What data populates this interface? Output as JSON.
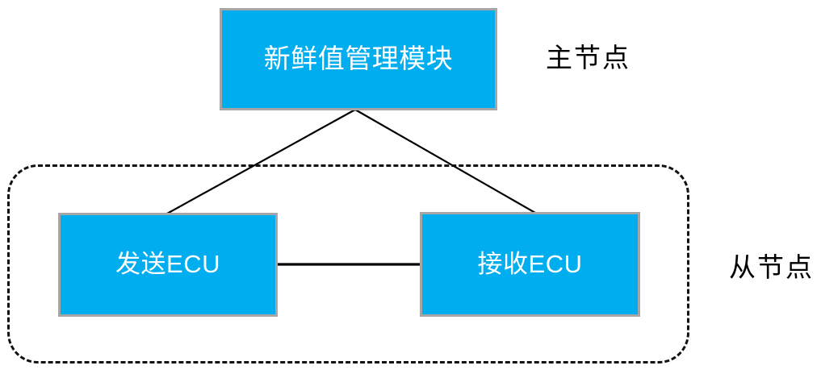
{
  "diagram": {
    "type": "block-diagram",
    "title_text": "",
    "colors": {
      "node_fill": "#00ADEF",
      "node_border": "#A6A6A6",
      "node_text": "#FFFFFF",
      "edge_line": "#000000",
      "group_border": "#111111",
      "side_label_text": "#000000",
      "background": "#FFFFFF"
    },
    "nodes": [
      {
        "id": "master-module",
        "label": "新鲜值管理模块",
        "role": "master"
      },
      {
        "id": "sender-ecu",
        "label": "发送ECU",
        "role": "slave"
      },
      {
        "id": "receiver-ecu",
        "label": "接收ECU",
        "role": "slave"
      }
    ],
    "group": {
      "id": "slave-group",
      "style": "dashed-rounded-rectangle",
      "members": [
        "sender-ecu",
        "receiver-ecu"
      ]
    },
    "side_labels": [
      {
        "id": "master-node-label",
        "text": "主节点"
      },
      {
        "id": "slave-node-label",
        "text": "从节点"
      }
    ],
    "edges": [
      {
        "id": "master-to-sender",
        "from": "master-module",
        "to": "sender-ecu",
        "style": "solid"
      },
      {
        "id": "master-to-receiver",
        "from": "master-module",
        "to": "receiver-ecu",
        "style": "solid"
      },
      {
        "id": "sender-to-receiver",
        "from": "sender-ecu",
        "to": "receiver-ecu",
        "style": "solid"
      }
    ]
  }
}
